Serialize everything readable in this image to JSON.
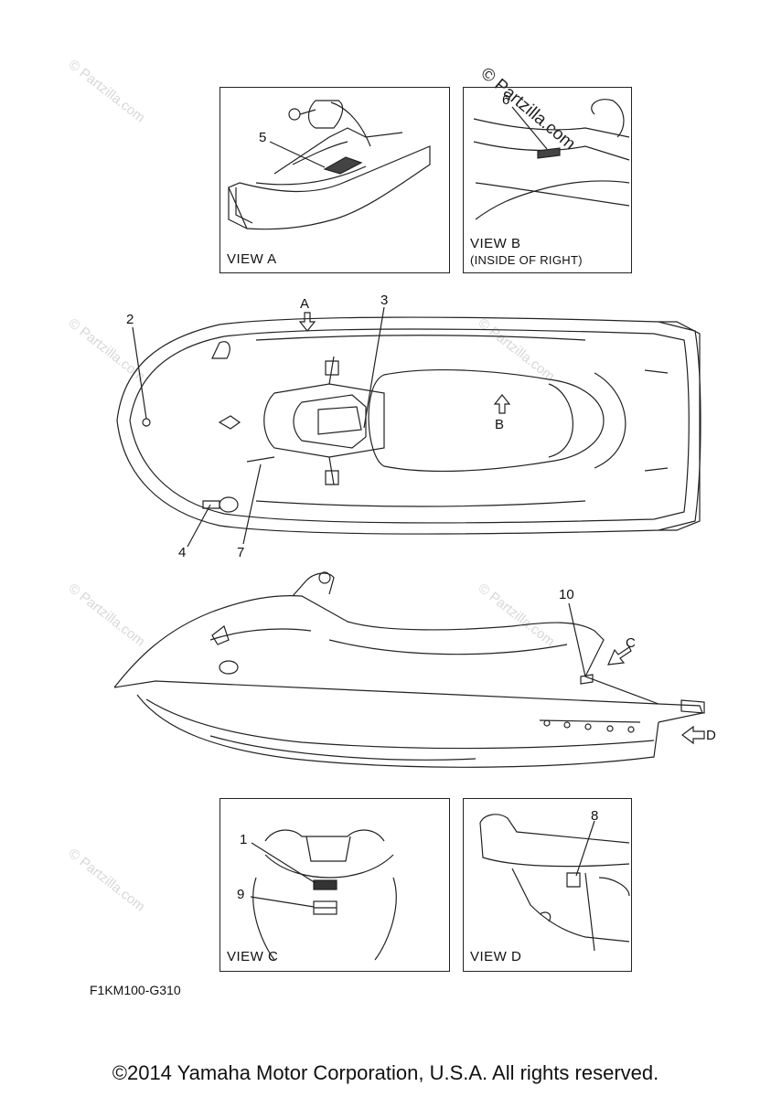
{
  "views": {
    "a": {
      "label": "VIEW A"
    },
    "b": {
      "label": "VIEW B",
      "sublabel": "(INSIDE OF RIGHT)"
    },
    "c": {
      "label": "VIEW C"
    },
    "d": {
      "label": "VIEW D"
    }
  },
  "callouts": [
    "1",
    "2",
    "3",
    "4",
    "5",
    "6",
    "7",
    "8",
    "9",
    "10"
  ],
  "direction_markers": {
    "a": "A",
    "b": "B",
    "c": "C",
    "d": "D"
  },
  "watermark": {
    "faint": "© Partzilla.com",
    "strong": "© Partzilla.com"
  },
  "part_code": "F1KM100-G310",
  "copyright": "©2014 Yamaha Motor Corporation, U.S.A. All rights reserved."
}
